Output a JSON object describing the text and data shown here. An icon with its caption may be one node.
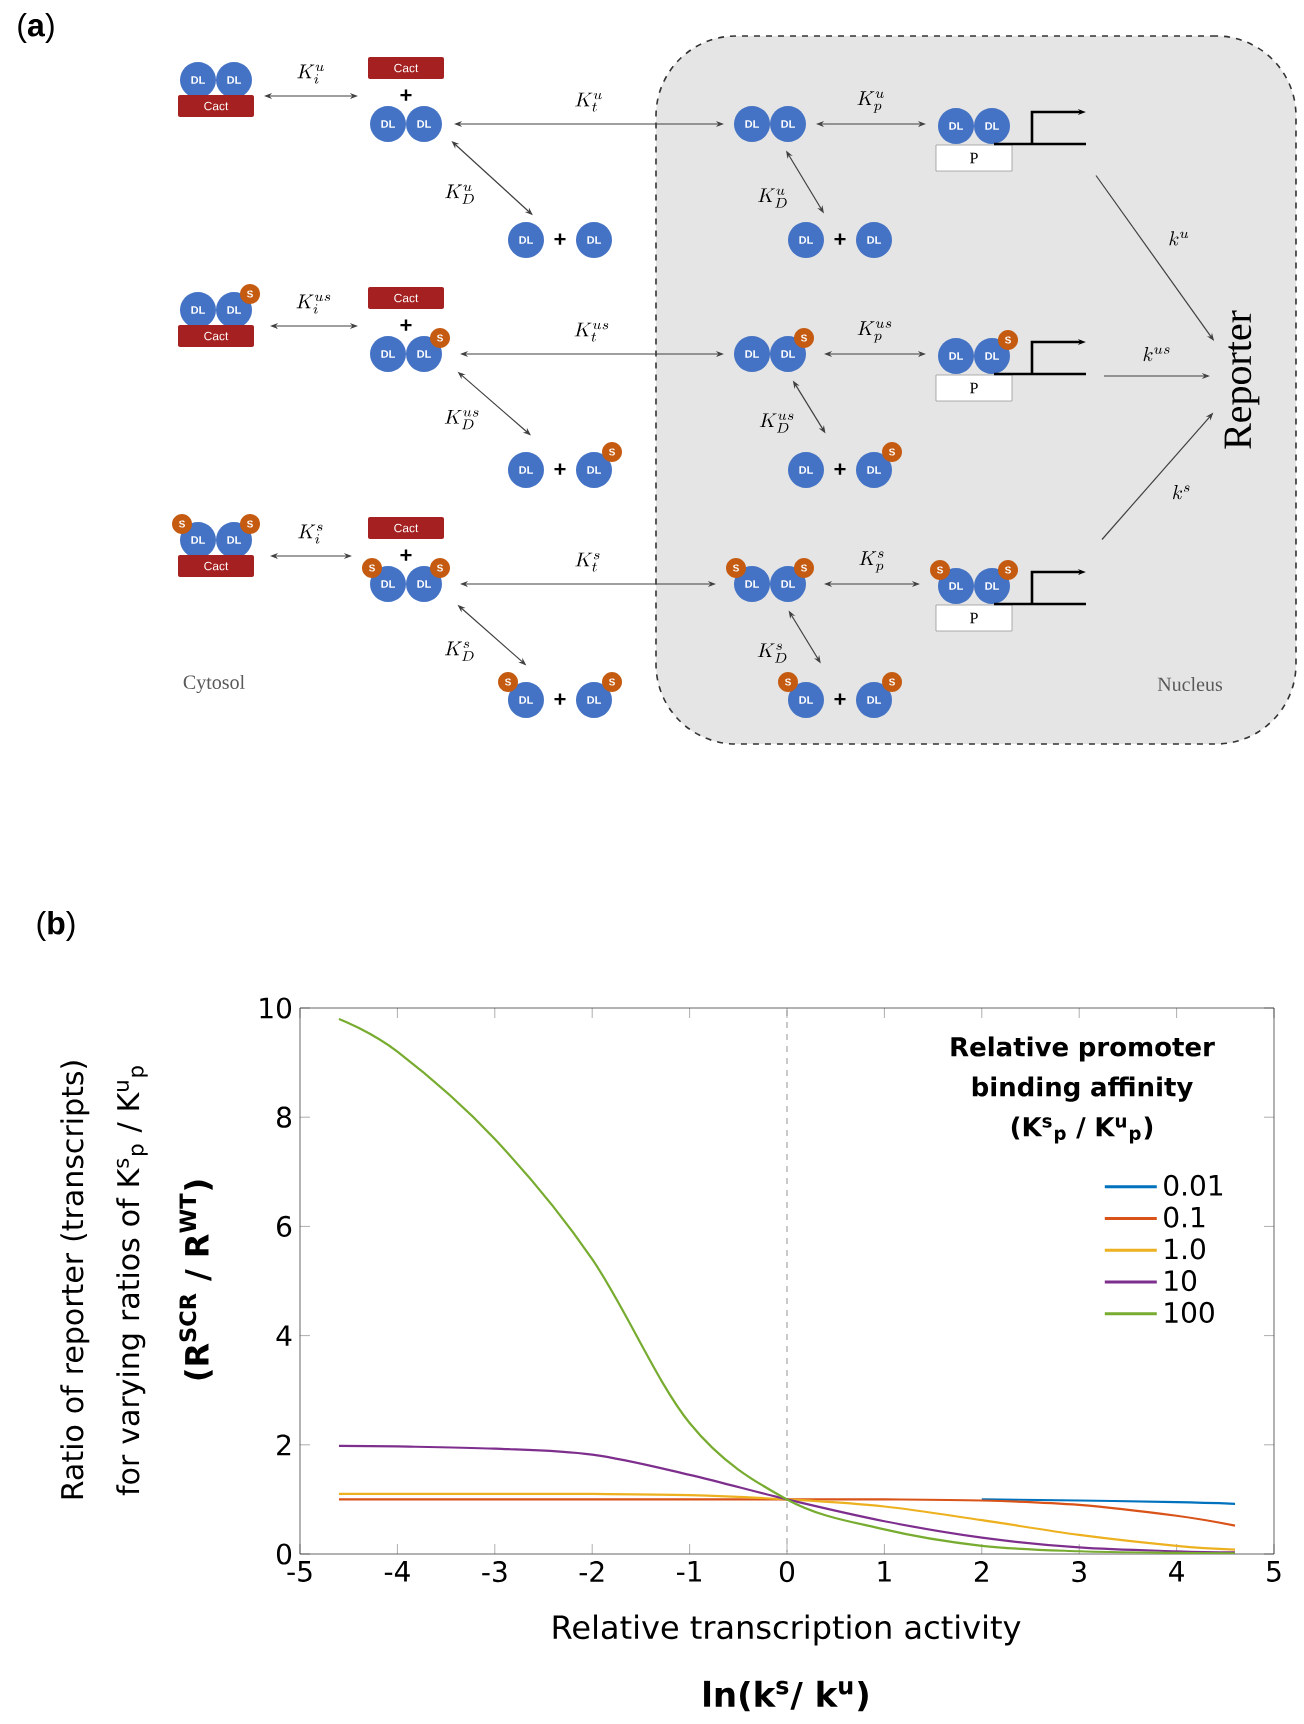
{
  "diagram": {
    "nodes": [
      {
        "text": [
          "DL",
          "DL",
          "Cact"
        ]
      },
      {
        "text": [
          "Cact",
          "+",
          "DL",
          "DL"
        ]
      },
      {
        "text": [
          "DL",
          "+",
          "DL"
        ]
      },
      {
        "text": [
          "DL",
          "DL",
          "S",
          "Cact"
        ]
      },
      {
        "text": [
          "Cact",
          "+",
          "DL",
          "DL",
          "S"
        ]
      },
      {
        "text": [
          "DL",
          "+",
          "DL",
          "S"
        ]
      },
      {
        "text": [
          "S",
          "DL",
          "DL",
          "S",
          "Cact"
        ]
      },
      {
        "text": [
          "Cact",
          "+",
          "S",
          "DL",
          "DL",
          "S"
        ]
      },
      {
        "text": [
          "S",
          "DL",
          "+",
          "DL",
          "S"
        ]
      },
      {
        "text": [
          "Nucleus"
        ]
      },
      {
        "text": [
          "DL",
          "DL"
        ],
        "in": 9
      },
      {
        "text": [
          "DL",
          "DL",
          "P"
        ],
        "in": 9
      },
      {
        "text": [
          "DL",
          "+",
          "DL"
        ],
        "in": 9
      },
      {
        "text": [
          "DL",
          "DL",
          "S"
        ],
        "in": 9
      },
      {
        "text": [
          "DL",
          "DL",
          "S",
          "P"
        ],
        "in": 9
      },
      {
        "text": [
          "DL",
          "+",
          "DL",
          "S"
        ],
        "in": 9
      },
      {
        "text": [
          "S",
          "DL",
          "DL",
          "S"
        ],
        "in": 9
      },
      {
        "text": [
          "S",
          "DL",
          "DL",
          "S",
          "P"
        ],
        "in": 9
      },
      {
        "text": [
          "S",
          "DL",
          "+",
          "DL",
          "S"
        ],
        "in": 9
      },
      {
        "text": [
          "Reporter"
        ],
        "in": 9
      }
    ],
    "edges": [
      {
        "from": 0,
        "to": 1,
        "arrow": "both",
        "label": "K_{i}^{u}"
      },
      {
        "from": 1,
        "to": 2,
        "arrow": "both",
        "label": "K_{D}^{u}"
      },
      {
        "from": 10,
        "to": 1,
        "arrow": "both",
        "label": "K_{t}^{u}"
      },
      {
        "from": 10,
        "to": 11,
        "arrow": "both",
        "label": "K_{p}^{u}"
      },
      {
        "from": 10,
        "to": 12,
        "arrow": "both",
        "label": "K_{D}^{u}"
      },
      {
        "from": 3,
        "to": 4,
        "arrow": "both",
        "label": "K_{i}^{us}"
      },
      {
        "from": 4,
        "to": 5,
        "arrow": "both",
        "label": "K_{D}^{us}"
      },
      {
        "from": 13,
        "to": 4,
        "arrow": "both",
        "label": "K_{t}^{us}"
      },
      {
        "from": 13,
        "to": 14,
        "arrow": "both",
        "label": "K_{p}^{us}"
      },
      {
        "from": 13,
        "to": 15,
        "arrow": "both",
        "label": "K_{D}^{us}"
      },
      {
        "from": 6,
        "to": 7,
        "arrow": "both",
        "label": "K_{i}^{s}"
      },
      {
        "from": 7,
        "to": 8,
        "arrow": "both",
        "label": "K_{D}^{s}"
      },
      {
        "from": 16,
        "to": 7,
        "arrow": "both",
        "label": "K_{t}^{s}"
      },
      {
        "from": 16,
        "to": 17,
        "arrow": "both",
        "label": "K_{p}^{s}"
      },
      {
        "from": 16,
        "to": 18,
        "arrow": "both",
        "label": "K_{D}^{s}"
      },
      {
        "from": 11,
        "to": 19,
        "arrow": "to",
        "label": "k^{u}"
      },
      {
        "from": 14,
        "to": 19,
        "arrow": "to",
        "label": "k^{us}"
      },
      {
        "from": 17,
        "to": 19,
        "arrow": "to",
        "label": "k^{s}"
      }
    ],
    "labels": [
      "(**a**)",
      "Cytosol",
      "(**b**)",
      "(R$^{SCR}$ / R$^{WT}$)",
      "ln(k$^{s}$/ k$^{u}$)"
    ],
    "chart_data": {
      "type": "line",
      "xlabel": "Relative transcription activity",
      "ylabel": "Ratio of reporter (transcripts) for varying ratios of K$^{s}$$_{p}$ / K$^{u}$$_{p}$",
      "x": [
        -4.6,
        -4,
        -3,
        -2,
        -1,
        0,
        1,
        2,
        3,
        4,
        4.6
      ],
      "series": [
        {
          "name": "0.01",
          "color": "#0072bd",
          "values": [
            null,
            null,
            null,
            null,
            null,
            null,
            null,
            1.0,
            0.98,
            0.95,
            0.92
          ]
        },
        {
          "name": "0.1",
          "color": "#d95319",
          "values": [
            1.0,
            1.0,
            1.0,
            1.0,
            1.0,
            1.0,
            1.0,
            0.98,
            0.9,
            0.7,
            0.52
          ]
        },
        {
          "name": "1.0",
          "color": "#edb120",
          "values": [
            1.1,
            1.1,
            1.1,
            1.1,
            1.08,
            1.0,
            0.87,
            0.62,
            0.35,
            0.15,
            0.08
          ]
        },
        {
          "name": "10",
          "color": "#7e2f8e",
          "values": [
            1.98,
            1.97,
            1.93,
            1.82,
            1.45,
            1.0,
            0.6,
            0.3,
            0.12,
            0.05,
            0.03
          ]
        },
        {
          "name": "100",
          "color": "#77ac30",
          "values": [
            9.8,
            9.2,
            7.6,
            5.4,
            2.4,
            1.0,
            0.45,
            0.15,
            0.05,
            0.02,
            0.01
          ]
        }
      ],
      "xlim": [
        -5,
        5
      ],
      "ylim": [
        0,
        10
      ],
      "xticks": [
        -5,
        -4,
        -3,
        -2,
        -1,
        0,
        1,
        2,
        3,
        4,
        5
      ],
      "yticks": [
        0,
        2,
        4,
        6,
        8,
        10
      ],
      "legend": {
        "title": "Relative promoter binding affinity (K$^{s}$$_{p}$ / K$^{u}$$_{p}$)"
      }
    }
  }
}
